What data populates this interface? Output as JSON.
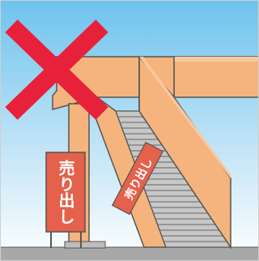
{
  "scene": {
    "sign_standing_text": "売り出し",
    "sign_on_staircase_text": "売り出し",
    "prohibition_mark": "cross-mark"
  },
  "colors": {
    "sky_top": "#6ec3ee",
    "sky_bottom": "#ffffff",
    "structure": "#f5b47d",
    "structure_shade": "#e0986a",
    "outline": "#555555",
    "stairs": "#bfbfbf",
    "stair_lines": "#808080",
    "sign": "#e5614b",
    "cross": "#e8213b",
    "ground": "#a8a8a8"
  }
}
